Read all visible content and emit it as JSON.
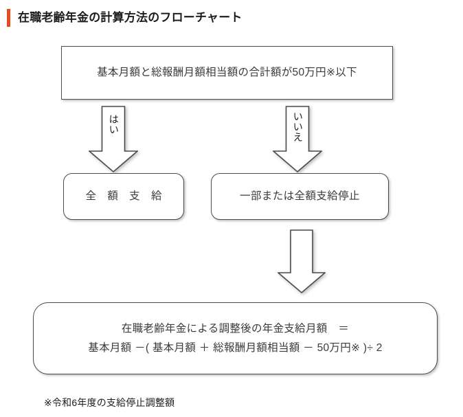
{
  "page": {
    "title": "在職老齢年金の計算方法のフローチャート",
    "accent_color": "#e8491e",
    "text_color": "#3a3a3a",
    "border_color": "#49494f",
    "background_color": "#ffffff"
  },
  "flowchart": {
    "condition": {
      "text": "基本月額と総報酬月額相当額の合計額が50万円※以下"
    },
    "branches": [
      {
        "label": "はい",
        "target": "全額支給"
      },
      {
        "label": "いいえ",
        "target": "一部または全額支給停止"
      }
    ],
    "outcomes": {
      "full_payment": "全 額 支 給",
      "suspended": "一部または全額支給停止"
    },
    "formula": {
      "line1": "在職老齢年金による調整後の年金支給月額　＝",
      "line2": "基本月額 －( 基本月額 ＋ 総報酬月額相当額 － 50万円※ )÷ 2"
    }
  },
  "footnote": {
    "text": "※令和6年度の支給停止調整額"
  }
}
